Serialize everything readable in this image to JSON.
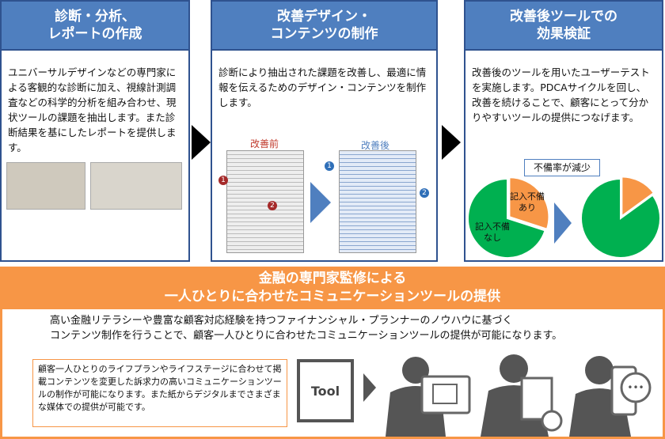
{
  "panels": [
    {
      "title_lines": [
        "診断・分析、",
        "レポートの作成"
      ],
      "body": "ユニバーサルデザインなどの専門家による客観的な診断に加え、視線計測調査などの科学的分析を組み合わせ、現状ツールの課題を抽出します。また診断結果を基にしたレポートを提供します。"
    },
    {
      "title_lines": [
        "改善デザイン・",
        "コンテンツの制作"
      ],
      "body": "診断により抽出された課題を改善し、最適に情報を伝えるためのデザイン・コンテンツを制作します。",
      "before_label": "改善前",
      "after_label": "改善後",
      "markers": [
        "1",
        "2"
      ]
    },
    {
      "title_lines": [
        "改善後ツールでの",
        "効果検証"
      ],
      "body": "改善後のツールを用いたユーザーテストを実施します。PDCAサイクルを回し、改善を続けることで、顧客にとって分かりやすいツールの提供につなげます。",
      "callout": "不備率が減少"
    }
  ],
  "chart_data": [
    {
      "type": "pie",
      "categories": [
        "記入不備あり",
        "記入不備なし"
      ],
      "values": [
        30,
        70
      ],
      "colors": [
        "#f79646",
        "#00b050"
      ]
    },
    {
      "type": "pie",
      "categories": [
        "記入不備あり",
        "記入不備なし"
      ],
      "values": [
        15,
        85
      ],
      "colors": [
        "#f79646",
        "#00b050"
      ]
    }
  ],
  "pie_labels": {
    "yes": [
      "記入不備",
      "あり"
    ],
    "no": [
      "記入不備",
      "なし"
    ]
  },
  "banner": {
    "lines": [
      "金融の専門家監修による",
      "一人ひとりに合わせたコミュニケーションツールの提供"
    ]
  },
  "bottom": {
    "lines": [
      "高い金融リテラシーや豊富な顧客対応経験を持つファイナンシャル・プランナーのノウハウに基づく",
      "コンテンツ制作を行うことで、顧客一人ひとりに合わせたコミュニケーションツールの提供が可能になります。"
    ],
    "note": "顧客一人ひとりのライフプランやライフステージに合わせて掲載コンテンツを変更した訴求力の高いコミュニケーションツールの制作が可能になります。また紙からデジタルまでさまざまな媒体での提供が可能です。",
    "tool_label": "Tool"
  },
  "colors": {
    "blue": "#4f7fbf",
    "orange": "#f79646",
    "green": "#00b050"
  }
}
